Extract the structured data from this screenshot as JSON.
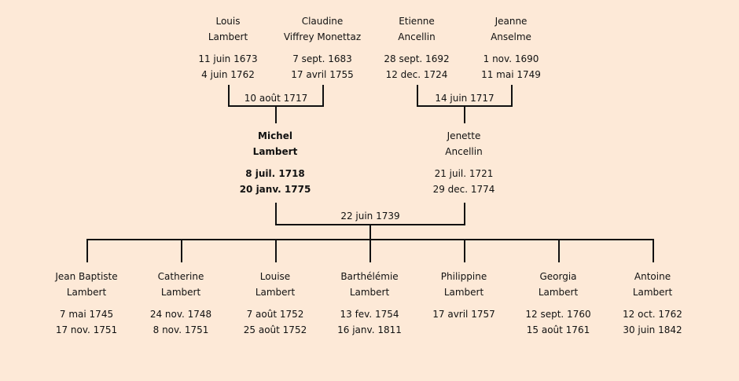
{
  "grandparents": [
    {
      "first": "Louis",
      "last": "Lambert",
      "birth": "11 juin 1673",
      "death": "4 juin 1762"
    },
    {
      "first": "Claudine",
      "last": "Viffrey Monettaz",
      "birth": "7 sept. 1683",
      "death": "17 avril 1755"
    },
    {
      "first": "Etienne",
      "last": "Ancellin",
      "birth": "28 sept. 1692",
      "death": "12 dec. 1724"
    },
    {
      "first": "Jeanne",
      "last": "Anselme",
      "birth": "1 nov. 1690",
      "death": "11 mai 1749"
    }
  ],
  "grandparent_marriages": [
    "10 août 1717",
    "14 juin 1717"
  ],
  "parents": [
    {
      "first": "Michel",
      "last": "Lambert",
      "birth": "8 juil. 1718",
      "death": "20 janv. 1775",
      "highlight": true
    },
    {
      "first": "Jenette",
      "last": "Ancellin",
      "birth": "21 juil. 1721",
      "death": "29 dec. 1774"
    }
  ],
  "parent_marriage": "22 juin 1739",
  "children": [
    {
      "first": "Jean Baptiste",
      "last": "Lambert",
      "birth": "7 mai 1745",
      "death": "17 nov. 1751"
    },
    {
      "first": "Catherine",
      "last": "Lambert",
      "birth": "24 nov. 1748",
      "death": "8 nov. 1751"
    },
    {
      "first": "Louise",
      "last": "Lambert",
      "birth": "7 août 1752",
      "death": "25 août 1752"
    },
    {
      "first": "Barthélémie",
      "last": "Lambert",
      "birth": "13 fev. 1754",
      "death": "16 janv. 1811"
    },
    {
      "first": "Philippine",
      "last": "Lambert",
      "birth": "17 avril 1757",
      "death": ""
    },
    {
      "first": "Georgia",
      "last": "Lambert",
      "birth": "12 sept. 1760",
      "death": "15 août 1761"
    },
    {
      "first": "Antoine",
      "last": "Lambert",
      "birth": "12 oct. 1762",
      "death": "30 juin 1842"
    }
  ]
}
